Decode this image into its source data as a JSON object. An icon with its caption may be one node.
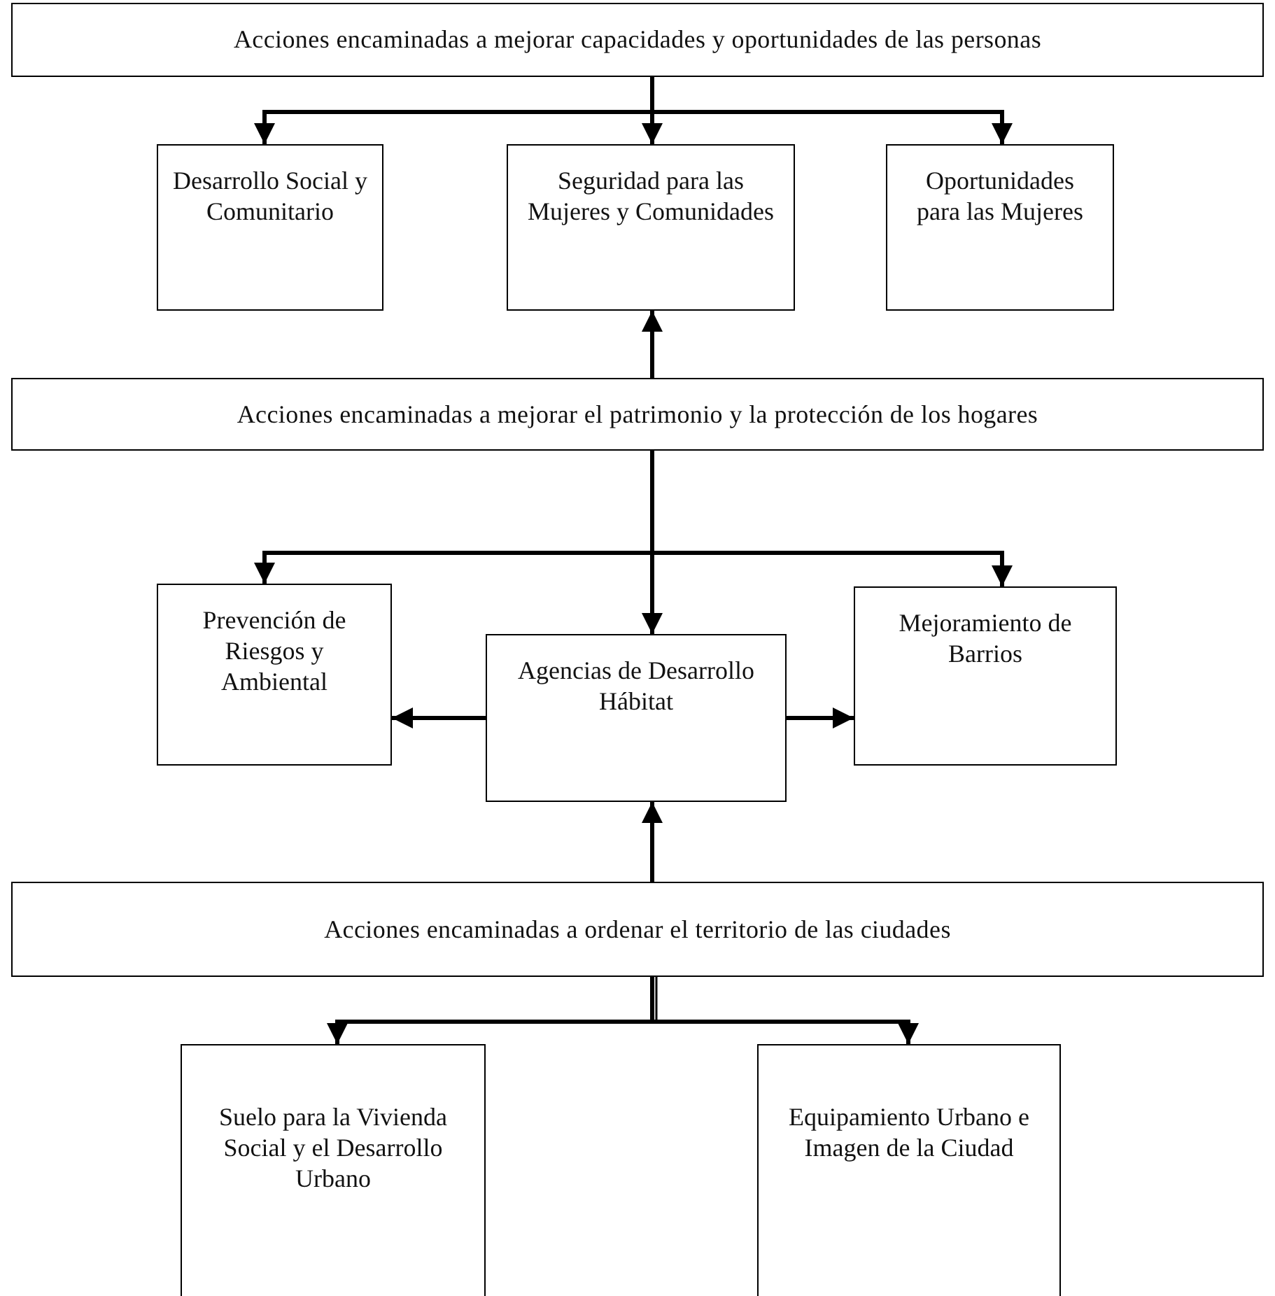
{
  "diagram": {
    "nodes": [
      {
        "text": [
          "Acciones encaminadas a mejorar capacidades y oportunidades de las personas"
        ]
      },
      {
        "text": [
          "Desarrollo Social y Comunitario"
        ]
      },
      {
        "text": [
          "Seguridad para las Mujeres y Comunidades"
        ]
      },
      {
        "text": [
          "Oportunidades para las Mujeres"
        ]
      },
      {
        "text": [
          "Acciones encaminadas a mejorar el patrimonio y la protección de los hogares"
        ]
      },
      {
        "text": [
          "Prevención de Riesgos y Ambiental"
        ]
      },
      {
        "text": [
          "Agencias de Desarrollo Hábitat"
        ]
      },
      {
        "text": [
          "Mejoramiento de Barrios"
        ]
      },
      {
        "text": [
          "Acciones encaminadas a ordenar el territorio de las ciudades"
        ]
      },
      {
        "text": [
          "Suelo para la Vivienda Social y el Desarrollo Urbano"
        ]
      },
      {
        "text": [
          "Equipamiento Urbano e Imagen de la Ciudad"
        ]
      }
    ],
    "edges": [
      {
        "from": 0,
        "to": 1,
        "arrow": "to"
      },
      {
        "from": 0,
        "to": 2,
        "arrow": "to"
      },
      {
        "from": 0,
        "to": 3,
        "arrow": "to"
      },
      {
        "from": 4,
        "to": 2,
        "arrow": "to"
      },
      {
        "from": 4,
        "to": 5,
        "arrow": "to"
      },
      {
        "from": 4,
        "to": 6,
        "arrow": "to"
      },
      {
        "from": 4,
        "to": 7,
        "arrow": "to"
      },
      {
        "from": 6,
        "to": 5,
        "arrow": "to"
      },
      {
        "from": 6,
        "to": 7,
        "arrow": "to"
      },
      {
        "from": 8,
        "to": 6,
        "arrow": "to"
      },
      {
        "from": 8,
        "to": 9,
        "arrow": "to"
      },
      {
        "from": 8,
        "to": 10,
        "arrow": "to"
      }
    ]
  }
}
